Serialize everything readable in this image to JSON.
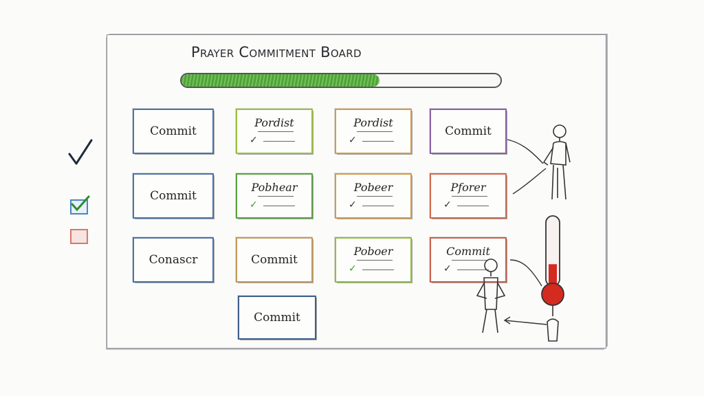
{
  "title": "Prayer Commitment Board",
  "progress": {
    "fraction": 0.62,
    "fill_color": "#5aae45"
  },
  "cards": [
    {
      "name": "card-r1c1",
      "label": "Commit",
      "style": "center",
      "color": "#4a73a8"
    },
    {
      "name": "card-r1c2",
      "label": "Pordist",
      "style": "top",
      "check": "✓",
      "check_color": "plain",
      "color": "#9bbf3c"
    },
    {
      "name": "card-r1c3",
      "label": "Pordist",
      "style": "top",
      "check": "✓",
      "check_color": "plain",
      "color": "#d49a4a"
    },
    {
      "name": "card-r1c4",
      "label": "Commit",
      "style": "center",
      "color": "#8a5fa6"
    },
    {
      "name": "card-r2c1",
      "label": "Commit",
      "style": "center",
      "color": "#4a73a8"
    },
    {
      "name": "card-r2c2",
      "label": "Pobhear",
      "style": "top",
      "check": "✓",
      "check_color": "green",
      "color": "#5aa23f"
    },
    {
      "name": "card-r2c3",
      "label": "Pobeer",
      "style": "top",
      "check": "✓",
      "check_color": "plain",
      "color": "#d49a4a"
    },
    {
      "name": "card-r2c4",
      "label": "Pforer",
      "style": "top",
      "check": "✓",
      "check_color": "plain",
      "color": "#d0684c"
    },
    {
      "name": "card-r3c1",
      "label": "Conascr",
      "style": "center",
      "color": "#4a73a8"
    },
    {
      "name": "card-r3c2",
      "label": "Commit",
      "style": "center",
      "color": "#c49a5a"
    },
    {
      "name": "card-r3c3",
      "label": "Poboer",
      "style": "top",
      "check": "✓",
      "check_color": "green",
      "color": "#8fbf3c"
    },
    {
      "name": "card-r3c4",
      "label": "Commit",
      "style": "top",
      "check": "✓",
      "check_color": "plain",
      "color": "#c9604a"
    },
    {
      "name": "card-r4c2",
      "label": "Commit",
      "style": "center",
      "color": "#3f5f8c"
    }
  ],
  "legend": {
    "check_mark": "✓",
    "checked_box_color": "#4a86c0",
    "unchecked_box_color": "#d9776a"
  },
  "thermometer": {
    "level": 0.35,
    "mercury_color": "#d42a1f"
  }
}
